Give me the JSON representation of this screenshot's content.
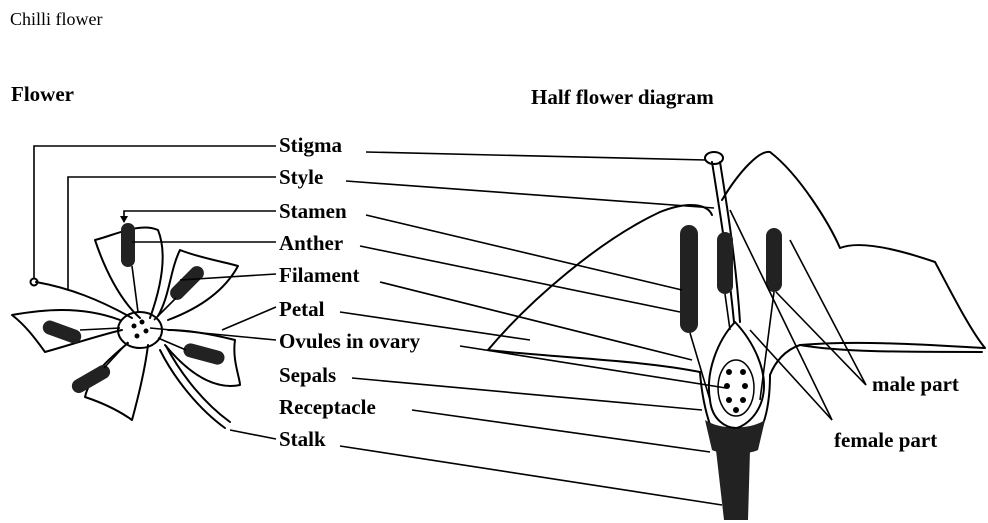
{
  "title": "Chilli flower",
  "flower_heading": "Flower",
  "half_heading": "Half flower diagram",
  "labels": {
    "stigma": "Stigma",
    "style": "Style",
    "stamen": "Stamen",
    "anther": "Anther",
    "filament": "Filament",
    "petal": "Petal",
    "ovules": "Ovules in ovary",
    "sepals": "Sepals",
    "receptacle": "Receptacle",
    "stalk": "Stalk"
  },
  "right_labels": {
    "male": "male part",
    "female": "female part"
  }
}
